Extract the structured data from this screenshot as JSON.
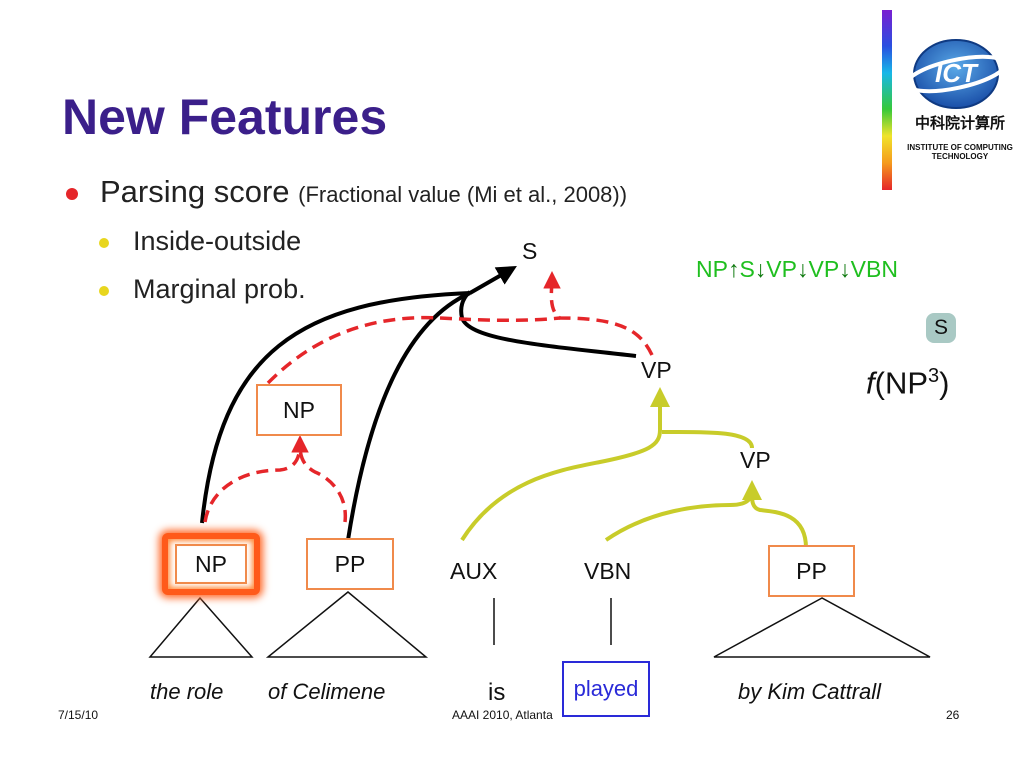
{
  "title": "New Features",
  "bullets": {
    "main": "Parsing score",
    "main_paren": "(Fractional value (Mi et al., 2008))",
    "sub": [
      "Inside-outside",
      "Marginal prob."
    ]
  },
  "tree": {
    "s": "S",
    "vp_top": "VP",
    "vp_mid": "VP",
    "np_mid": "NP",
    "leaves": [
      "NP",
      "PP",
      "AUX",
      "VBN",
      "PP"
    ],
    "words": [
      "the role",
      "of Celimene",
      "is",
      "played",
      "by Kim Cattrall"
    ]
  },
  "path": {
    "parts": [
      "NP",
      "S",
      "VP",
      "VP",
      "VBN"
    ],
    "arrows": [
      "↑",
      "↓",
      "↓",
      "↓"
    ]
  },
  "badge": "S",
  "feature": {
    "f": "f",
    "open": "(NP",
    "sup": "3",
    "close": ")"
  },
  "logo": {
    "abbr": "ICT",
    "cn": "中科院计算所",
    "line1": "INSTITUTE OF COMPUTING",
    "line2": "TECHNOLOGY"
  },
  "footer": {
    "date": "7/15/10",
    "venue": "AAAI 2010, Atlanta",
    "page": "26"
  },
  "colors": {
    "title": "#3b1f8a",
    "black_arc": "#000000",
    "red_dashed": "#e5262a",
    "yellow_arc": "#c8cc2a",
    "box_border": "#f08a4b",
    "path_green": "#1fbf1f",
    "played_blue": "#2a2ad8"
  }
}
